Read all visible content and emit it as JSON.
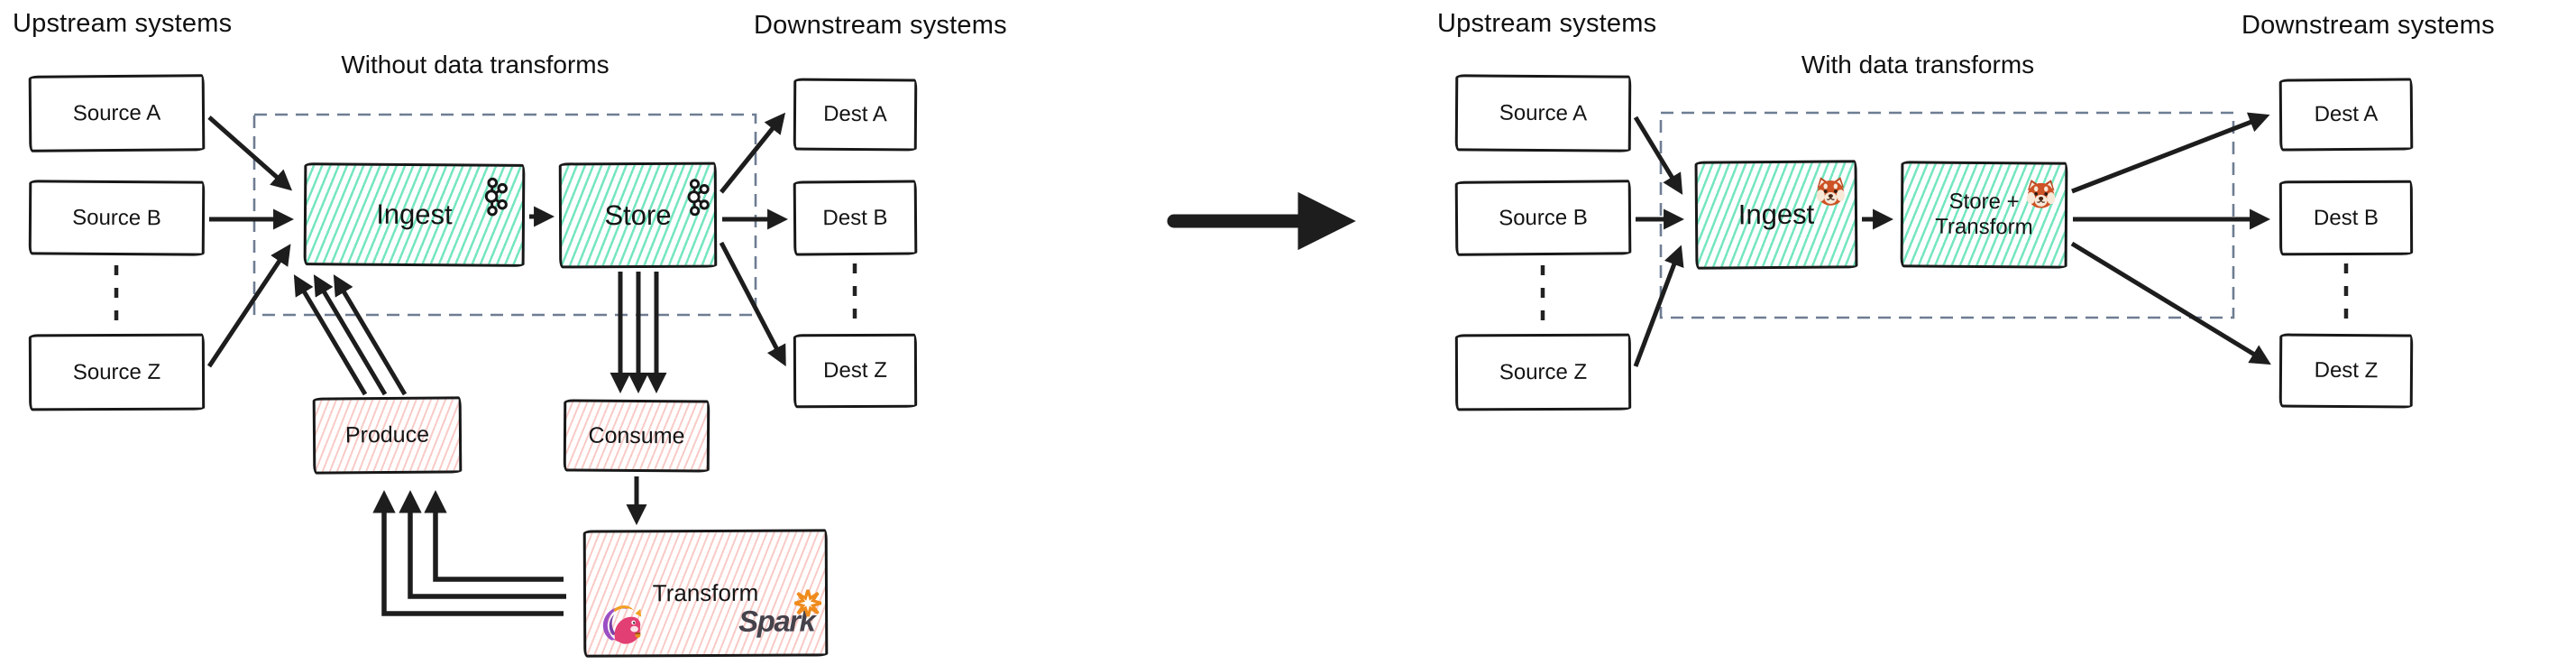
{
  "left_diagram": {
    "upstream_title": "Upstream systems",
    "flow_title": "Without data transforms",
    "downstream_title": "Downstream systems",
    "sources": [
      "Source A",
      "Source B",
      "Source Z"
    ],
    "dests": [
      "Dest A",
      "Dest B",
      "Dest Z"
    ],
    "ingest_label": "Ingest",
    "store_label": "Store",
    "produce_label": "Produce",
    "consume_label": "Consume",
    "transform_label": "Transform",
    "spark_wordmark": "Spark"
  },
  "right_diagram": {
    "upstream_title": "Upstream systems",
    "flow_title": "With data transforms",
    "downstream_title": "Downstream systems",
    "sources": [
      "Source A",
      "Source B",
      "Source Z"
    ],
    "dests": [
      "Dest A",
      "Dest B",
      "Dest Z"
    ],
    "ingest_label": "Ingest",
    "store_transform_line1": "Store +",
    "store_transform_line2": "Transform"
  },
  "icons": {
    "kafka": "kafka-icon",
    "redpanda": "redpanda-icon",
    "flink": "flink-squirrel-icon",
    "spark_star": "spark-star-icon"
  },
  "colors": {
    "box_border": "#181818",
    "teal_hatch": "#5de2b5",
    "pink_hatch": "#f3a099",
    "dashed_region": "#6e7d92",
    "arrow": "#1d1d1d",
    "text": "#141414",
    "spark_orange": "#ef8b1d",
    "spark_text": "#46424c"
  }
}
